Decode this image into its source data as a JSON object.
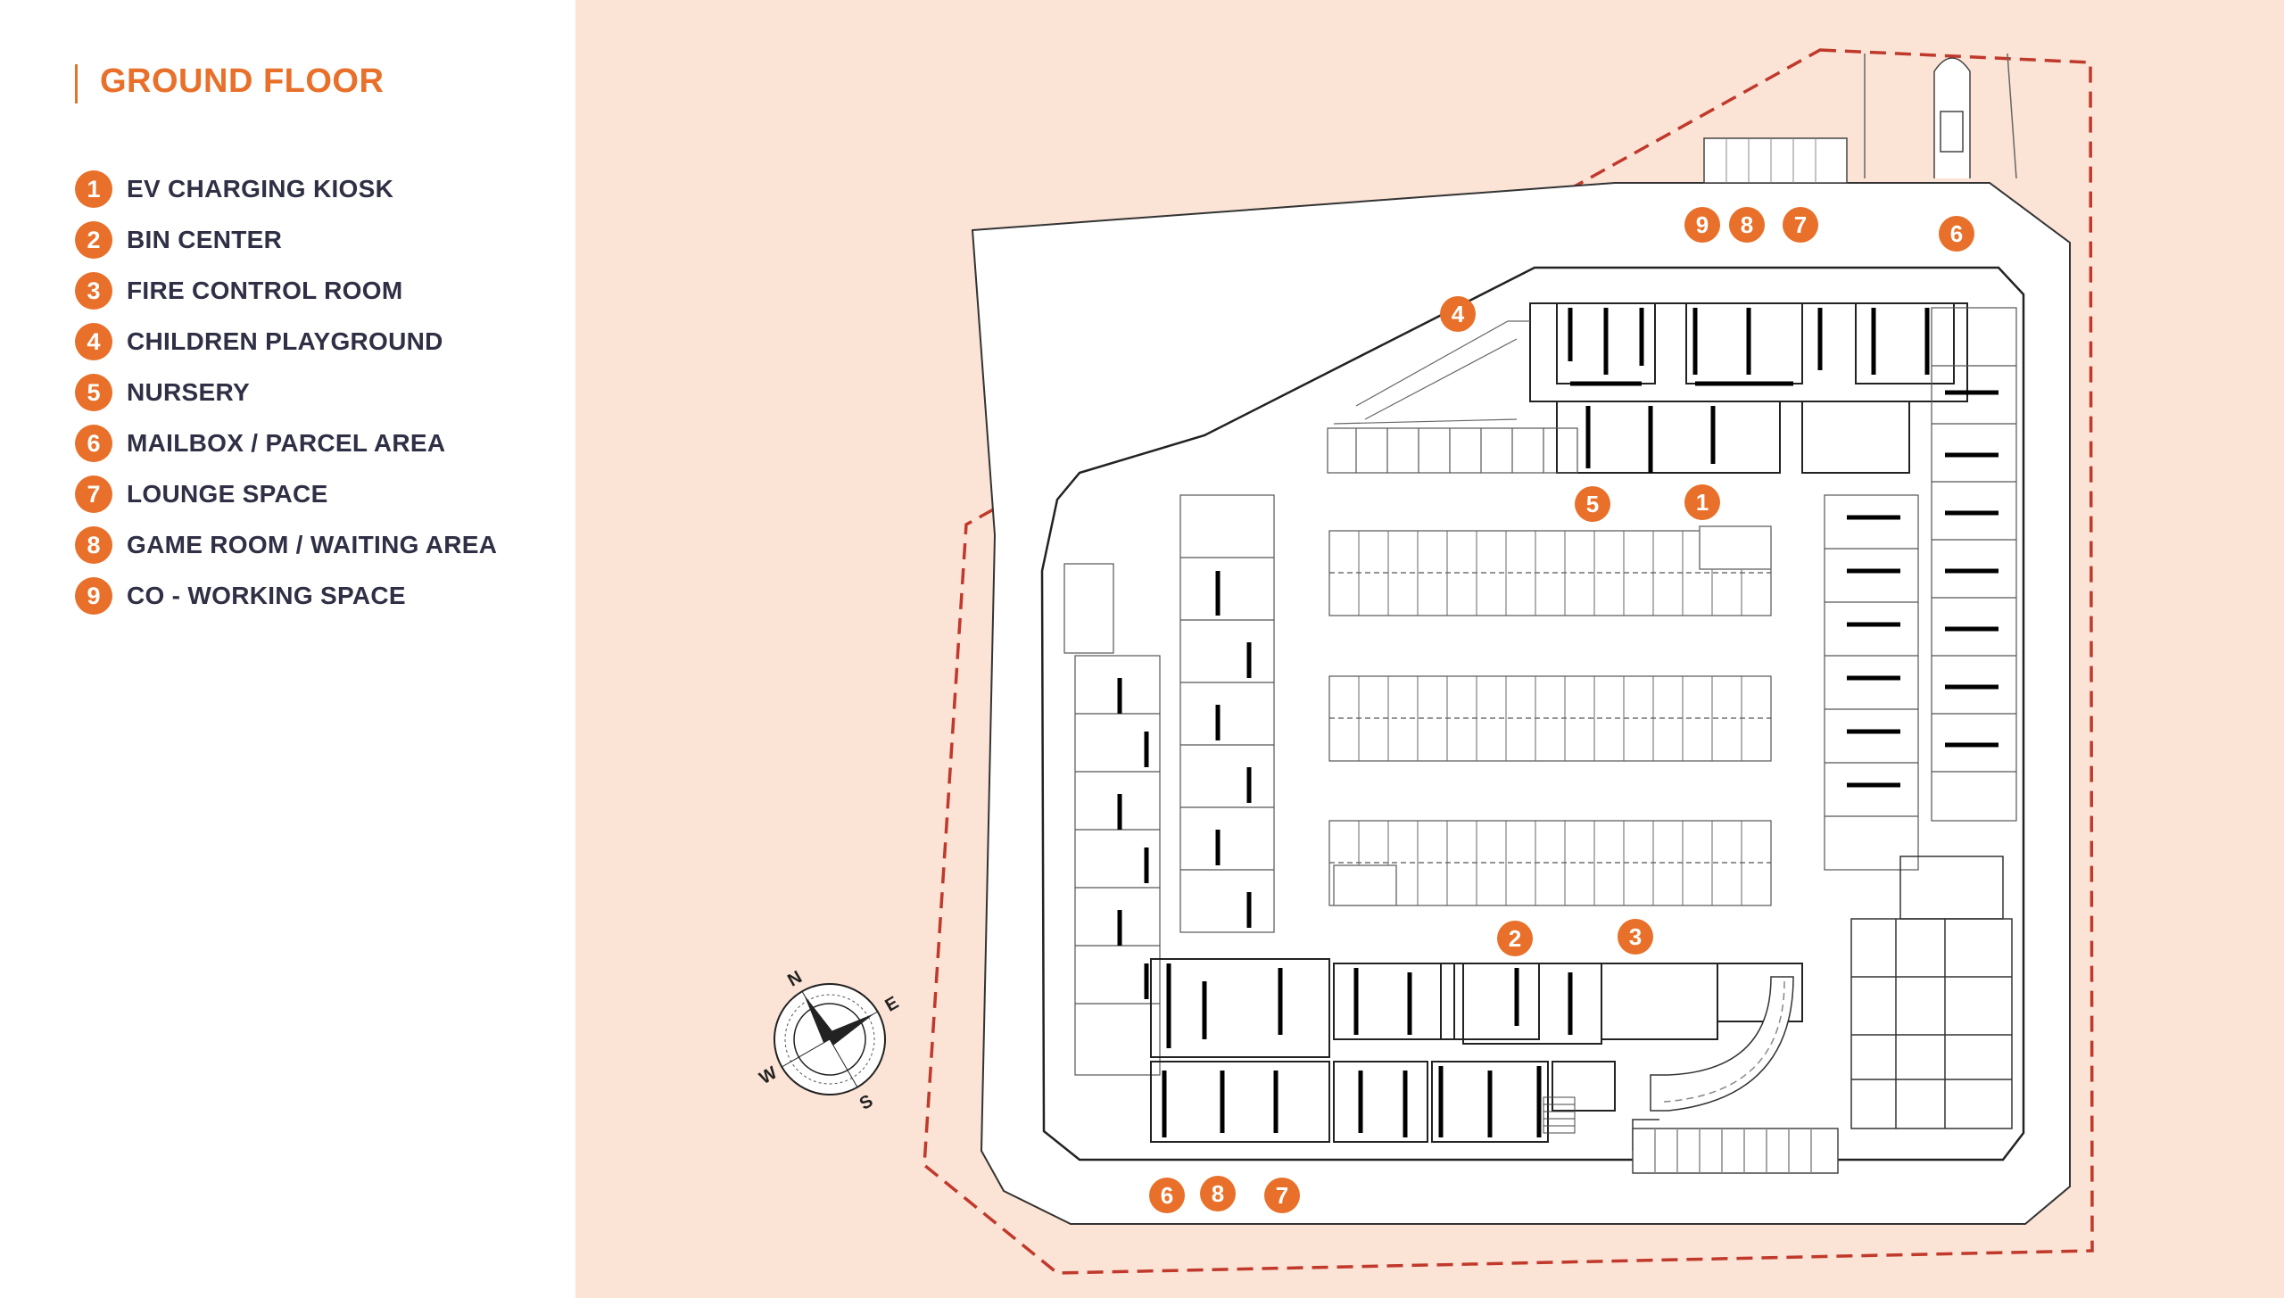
{
  "title": "GROUND FLOOR",
  "legend": [
    {
      "num": "1",
      "label": "EV CHARGING KIOSK"
    },
    {
      "num": "2",
      "label": "BIN CENTER"
    },
    {
      "num": "3",
      "label": "FIRE CONTROL ROOM"
    },
    {
      "num": "4",
      "label": "CHILDREN PLAYGROUND"
    },
    {
      "num": "5",
      "label": "NURSERY"
    },
    {
      "num": "6",
      "label": "MAILBOX / PARCEL AREA"
    },
    {
      "num": "7",
      "label": "LOUNGE SPACE"
    },
    {
      "num": "8",
      "label": "GAME ROOM / WAITING AREA"
    },
    {
      "num": "9",
      "label": "CO - WORKING SPACE"
    }
  ],
  "markers": [
    "9",
    "8",
    "7",
    "6",
    "4",
    "5",
    "1",
    "2",
    "3",
    "6",
    "8",
    "7"
  ],
  "compass": {
    "n": "N",
    "e": "E",
    "s": "S",
    "w": "W"
  },
  "colors": {
    "accent": "#e8702a",
    "background": "#fbe3d6",
    "boundary": "#c0392b",
    "text": "#2f2f45"
  }
}
